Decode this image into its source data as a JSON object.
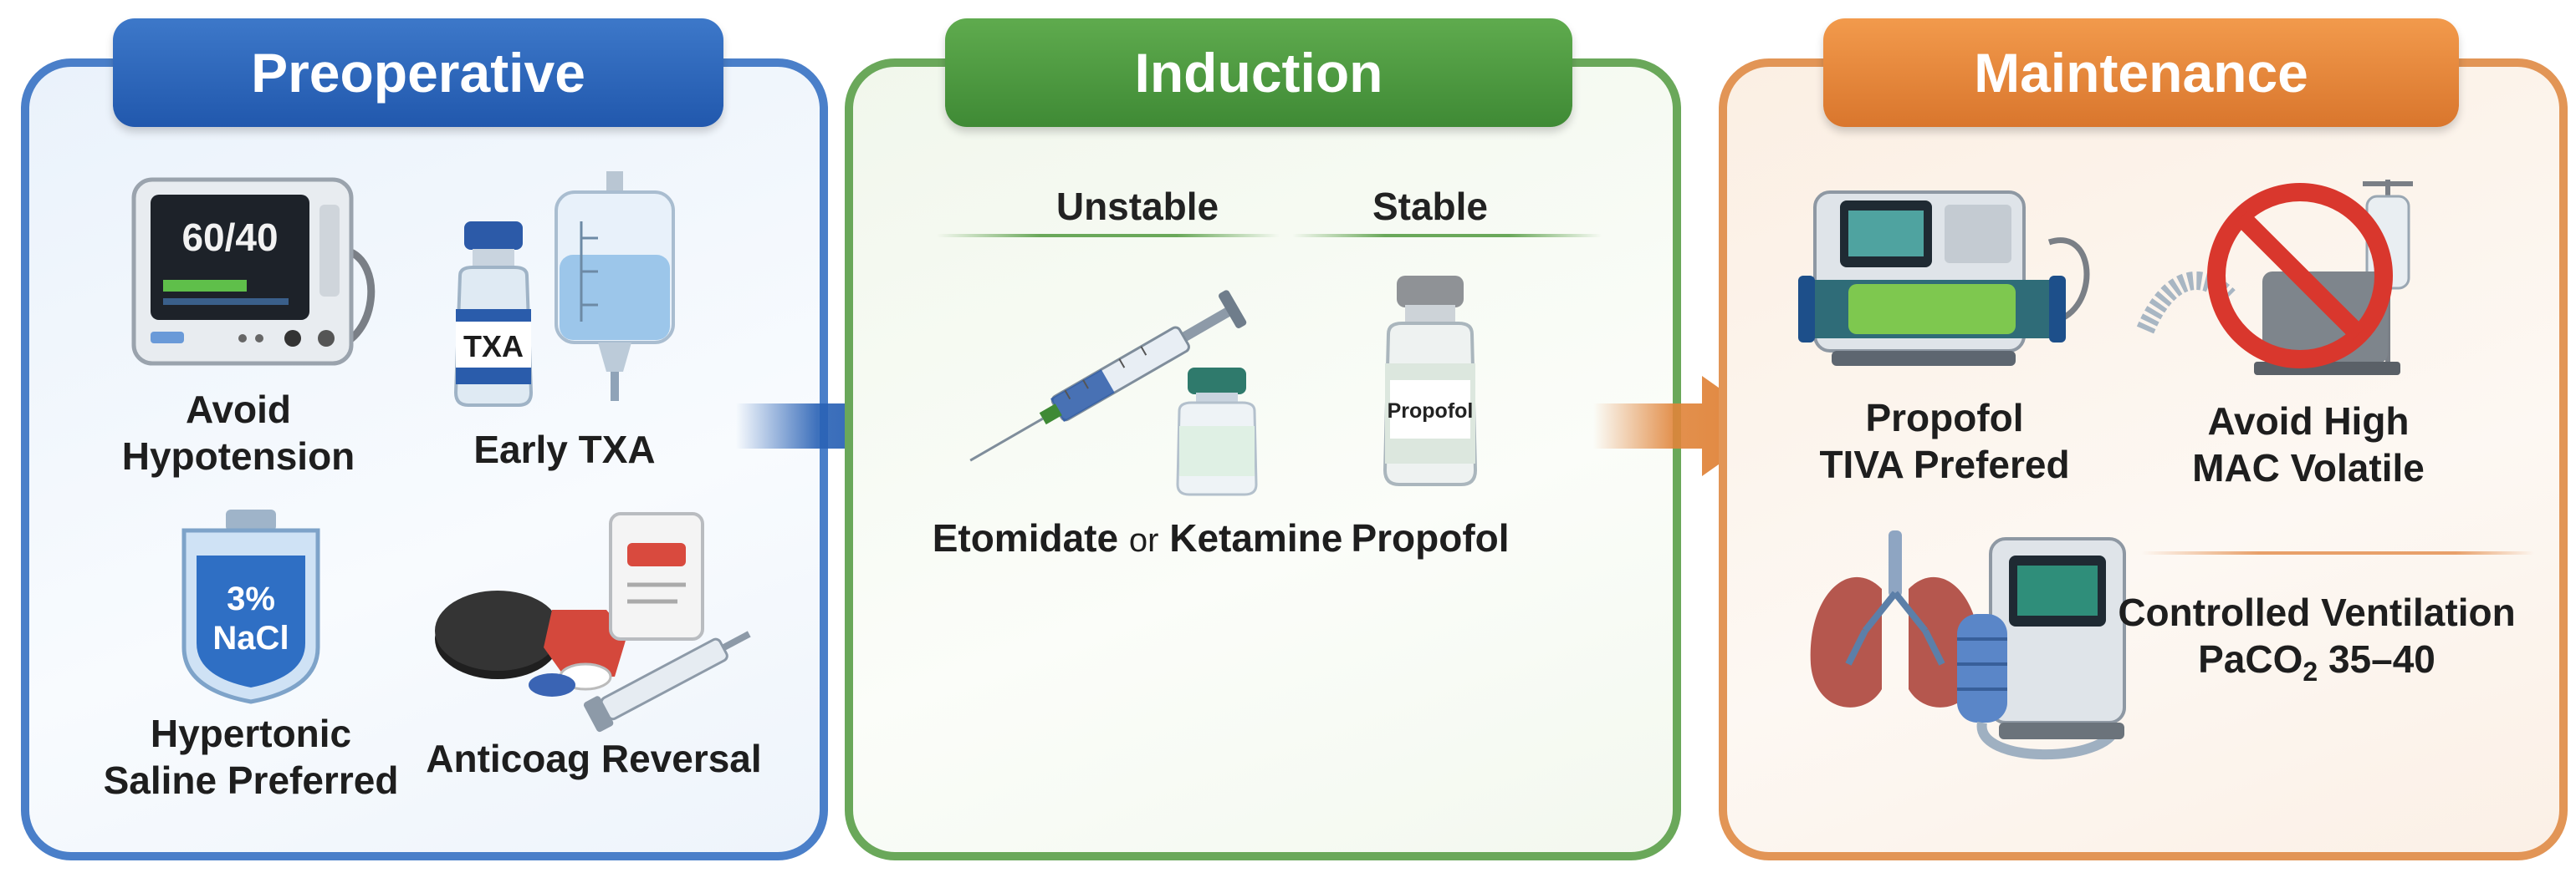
{
  "panels": {
    "preoperative": {
      "title": "Preoperative",
      "monitor_display": "60/40",
      "txa_vial_label": "TXA",
      "saline_bag_label_1": "3%",
      "saline_bag_label_2": "NaCl",
      "items": [
        {
          "line1": "Avoid",
          "line2": "Hypotension"
        },
        {
          "line1": "Early TXA"
        },
        {
          "line1": "Hypertonic",
          "line2": "Saline Preferred"
        },
        {
          "line1": "Anticoag Reversal"
        }
      ]
    },
    "induction": {
      "title": "Induction",
      "col_unstable": "Unstable",
      "col_stable": "Stable",
      "unstable_drug_1": "Etomidate",
      "unstable_or": "or",
      "unstable_drug_2": "Ketamine",
      "stable_drug": "Propofol",
      "vial_label": "Propofol"
    },
    "maintenance": {
      "title": "Maintenance",
      "items": [
        {
          "line1": "Propofol",
          "line2": "TIVA Prefered"
        },
        {
          "line1": "Avoid High",
          "line2": "MAC Volatile"
        },
        {
          "line1": "Controlled Ventilation",
          "line2_main": "PaCO",
          "line2_sub": "2",
          "line2_rest": " 35–40"
        }
      ]
    }
  },
  "colors": {
    "blue": "#2a62b5",
    "green": "#4a9a3e",
    "orange": "#e0843a"
  },
  "icons": [
    "monitor-icon",
    "vial-icon",
    "iv-bag-icon",
    "saline-bag-icon",
    "anticoagulant-reversal-icon",
    "syringe-icon",
    "propofol-vial-icon",
    "infusion-pump-icon",
    "no-volatile-icon",
    "lungs-icon",
    "ventilator-icon",
    "arrow-right-icon"
  ]
}
